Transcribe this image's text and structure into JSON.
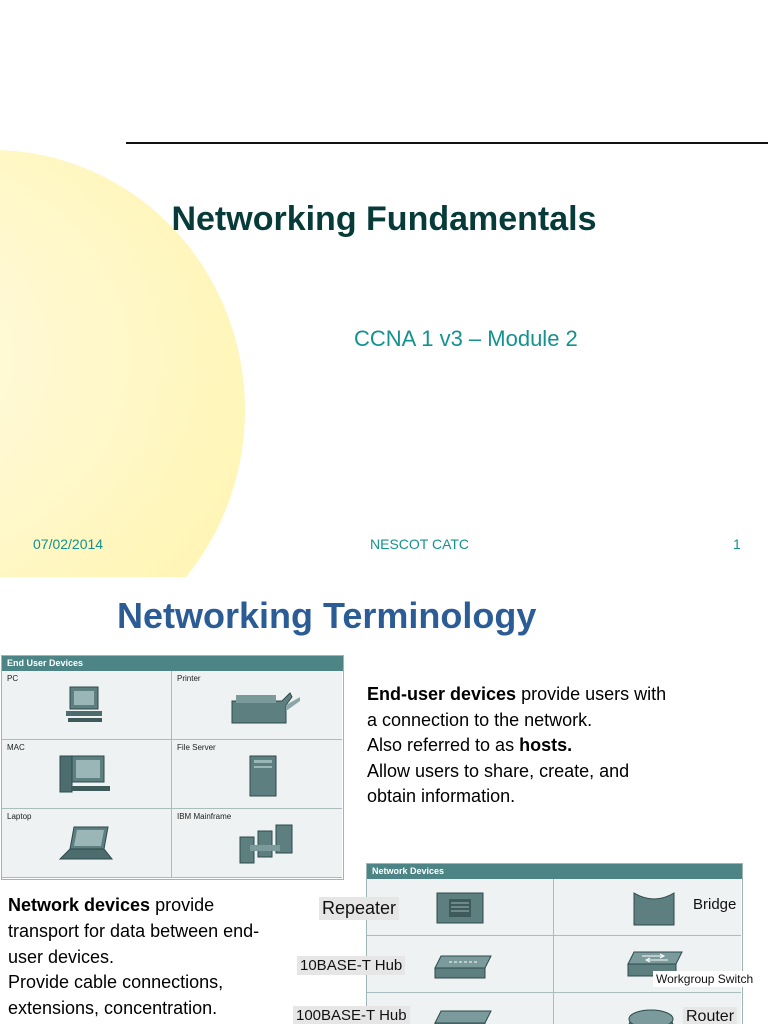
{
  "slide1": {
    "title": "Networking Fundamentals",
    "subtitle": "CCNA 1 v3 – Module 2",
    "footer_date": "07/02/2014",
    "footer_org": "NESCOT CATC",
    "footer_page": "1"
  },
  "slide2": {
    "title": "Networking Terminology",
    "end_user_panel": {
      "header": "End User Devices",
      "cells": [
        "PC",
        "Printer",
        "MAC",
        "File Server",
        "Laptop",
        "IBM Mainframe"
      ]
    },
    "end_user_text": {
      "term": "End-user devices",
      "line1_rest": " provide users with",
      "line2": "a connection to the network.",
      "line3_pre": "Also referred to as ",
      "line3_bold": "hosts.",
      "line4": "Allow users to share, create, and",
      "line5": "obtain information."
    },
    "network_panel": {
      "header": "Network Devices",
      "labels": [
        "Repeater",
        "Bridge",
        "10BASE-T Hub",
        "Workgroup Switch",
        "100BASE-T Hub",
        "Router"
      ]
    },
    "network_text": {
      "term": "Network devices",
      "line1_rest": " provide",
      "line2": "transport for data between end-",
      "line3": "user devices.",
      "line4": "Provide cable connections,",
      "line5": "extensions, concentration."
    }
  },
  "colors": {
    "title_dark": "#073b3a",
    "teal": "#14928e",
    "blue_title": "#2c5c95",
    "panel_header": "#4d8587"
  }
}
